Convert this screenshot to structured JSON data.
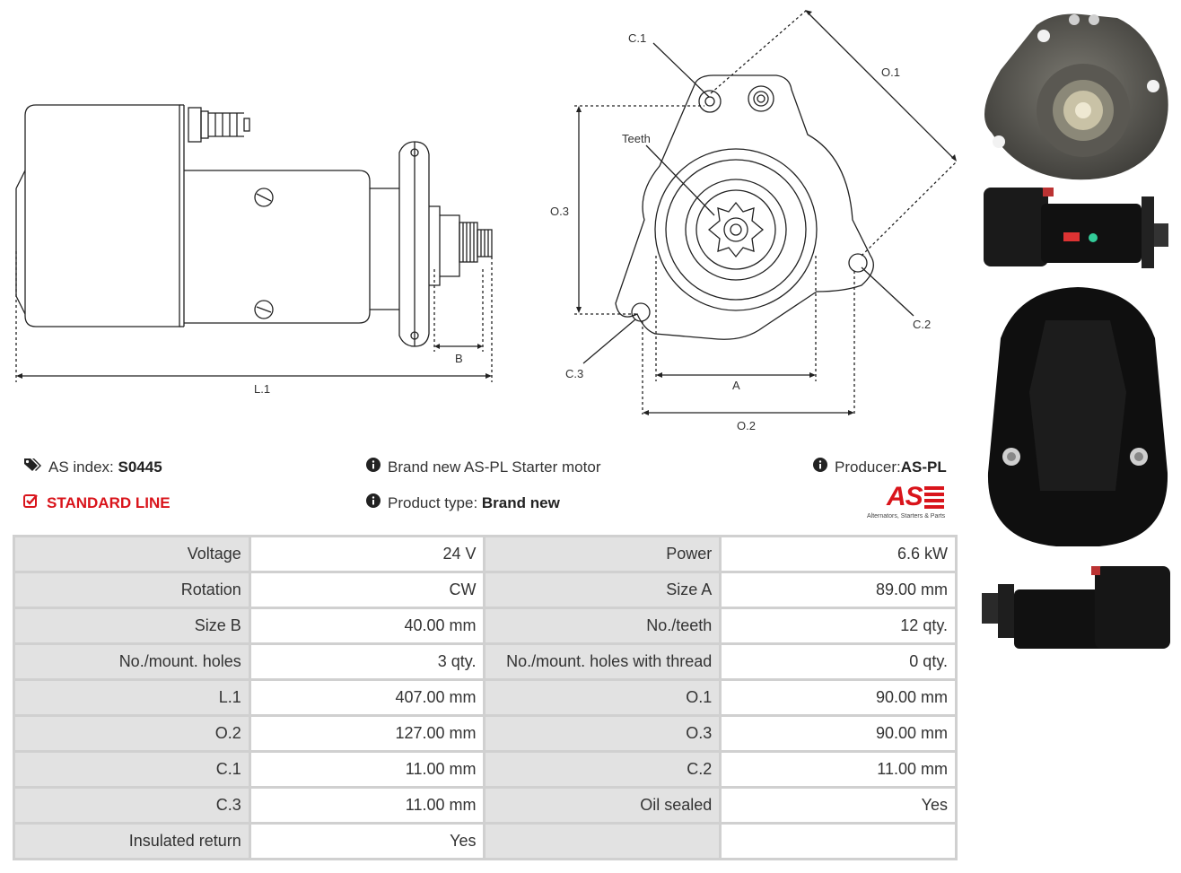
{
  "drawing": {
    "side_labels": {
      "l1": "L.1",
      "b": "B"
    },
    "front_labels": {
      "c1": "C.1",
      "o1": "O.1",
      "teeth": "Teeth",
      "o3": "O.3",
      "c2": "C.2",
      "c3": "C.3",
      "a": "A",
      "o2": "O.2"
    }
  },
  "header": {
    "as_index_label": "AS index:",
    "as_index_value": "S0445",
    "line_label": "STANDARD LINE",
    "description": "Brand new AS-PL Starter motor",
    "product_type_label": "Product type:",
    "product_type_value": "Brand new",
    "producer_label": "Producer:",
    "producer_value": "AS-PL",
    "logo_text": "AS",
    "logo_tagline": "Alternators, Starters & Parts"
  },
  "specs": [
    [
      "Voltage",
      "24 V",
      "Power",
      "6.6 kW"
    ],
    [
      "Rotation",
      "CW",
      "Size A",
      "89.00 mm"
    ],
    [
      "Size B",
      "40.00 mm",
      "No./teeth",
      "12 qty."
    ],
    [
      "No./mount. holes",
      "3 qty.",
      "No./mount. holes with thread",
      "0 qty."
    ],
    [
      "L.1",
      "407.00 mm",
      "O.1",
      "90.00 mm"
    ],
    [
      "O.2",
      "127.00 mm",
      "O.3",
      "90.00 mm"
    ],
    [
      "C.1",
      "11.00 mm",
      "C.2",
      "11.00 mm"
    ],
    [
      "C.3",
      "11.00 mm",
      "Oil sealed",
      "Yes"
    ],
    [
      "Insulated return",
      "Yes",
      "",
      ""
    ]
  ],
  "colors": {
    "accent": "#d9141b",
    "key_cell": "#e2e2e2",
    "border": "#d0d0d0"
  }
}
